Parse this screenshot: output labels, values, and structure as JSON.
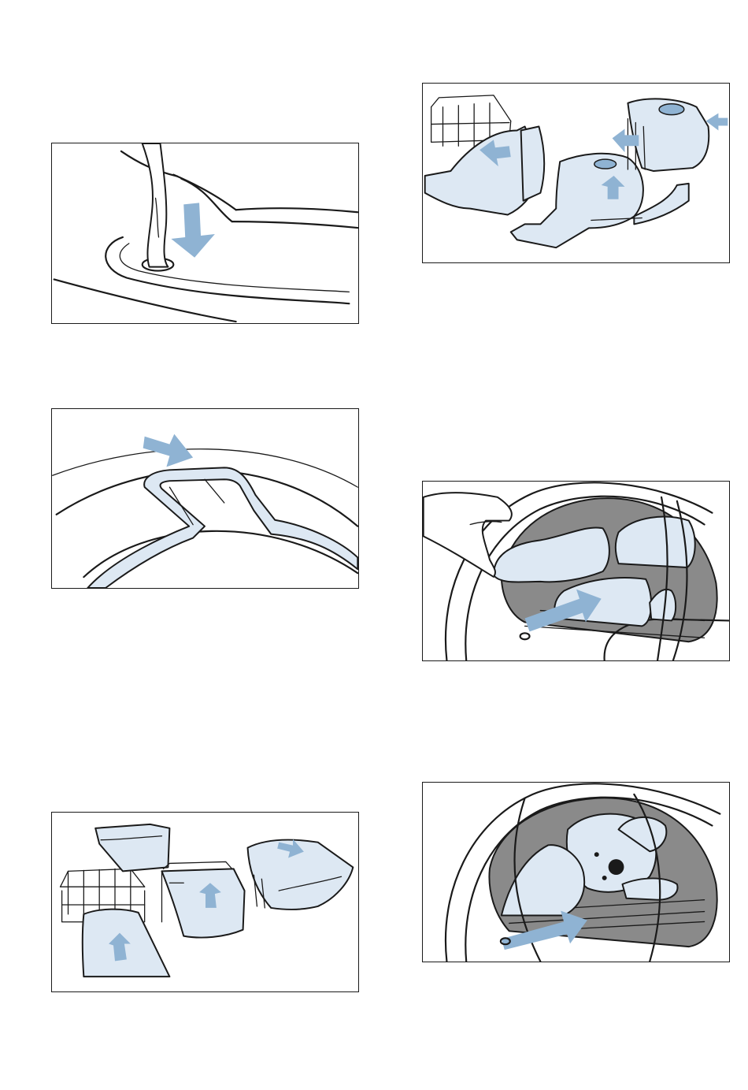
{
  "colors": {
    "border": "#1a1a1a",
    "cloth_fill": "#dde8f3",
    "arrow_fill": "#8fb3d3",
    "drum_grey": "#8a8a8a",
    "background": "#ffffff"
  },
  "figures": [
    {
      "id": "rack-leg-insert",
      "icon": "rack-leg-into-socket-illustration"
    },
    {
      "id": "rack-hook-seal",
      "icon": "rack-hooked-on-door-seal-illustration"
    },
    {
      "id": "wrap-socks",
      "icon": "socks-wrapped-around-rack-illustration"
    },
    {
      "id": "wrap-shirts",
      "icon": "garments-wrapped-on-rack-illustration"
    },
    {
      "id": "load-shoes",
      "icon": "shoes-placed-on-rack-in-drum-illustration"
    },
    {
      "id": "load-toy",
      "icon": "soft-toy-placed-on-rack-in-drum-illustration"
    }
  ]
}
